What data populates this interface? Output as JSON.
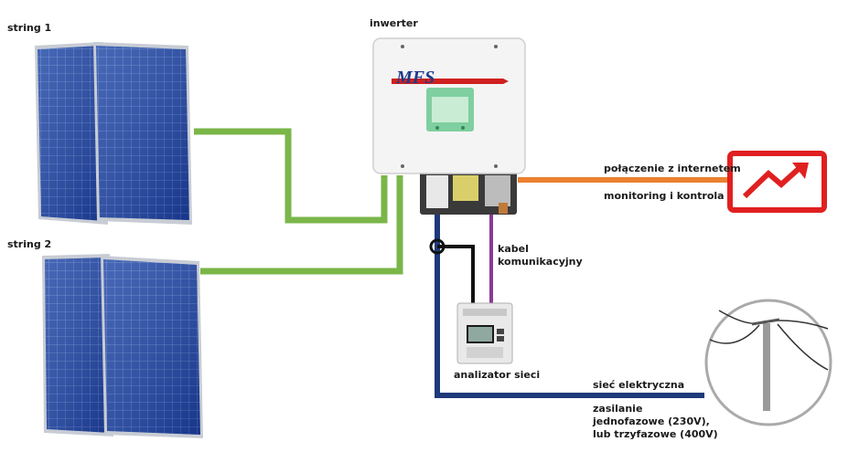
{
  "labels": {
    "string1": "string 1",
    "string2": "string 2",
    "inverter": "inwerter",
    "internet": "połączenie z internetem",
    "monitoring": "monitoring i kontrola",
    "cable_1": "kabel",
    "cable_2": "komunikacyjny",
    "analyzer": "analizator sieci",
    "grid": "sieć elektryczna",
    "supply_1": "zasilanie",
    "supply_2": "jednofazowe (230V),",
    "supply_3": "lub trzyfazowe (400V)"
  },
  "inverter": {
    "brand": "MFS"
  },
  "colors": {
    "dc_cable": "#7ab648",
    "ac_cable": "#1f3a7a",
    "comm_cable": "#8b3a96",
    "internet_cable": "#ec8030",
    "monitor_red": "#e02020",
    "panel_blue": "#1f47a6"
  },
  "icons": {
    "monitor": "trend-up-chart-icon",
    "grid": "power-pole-icon"
  }
}
